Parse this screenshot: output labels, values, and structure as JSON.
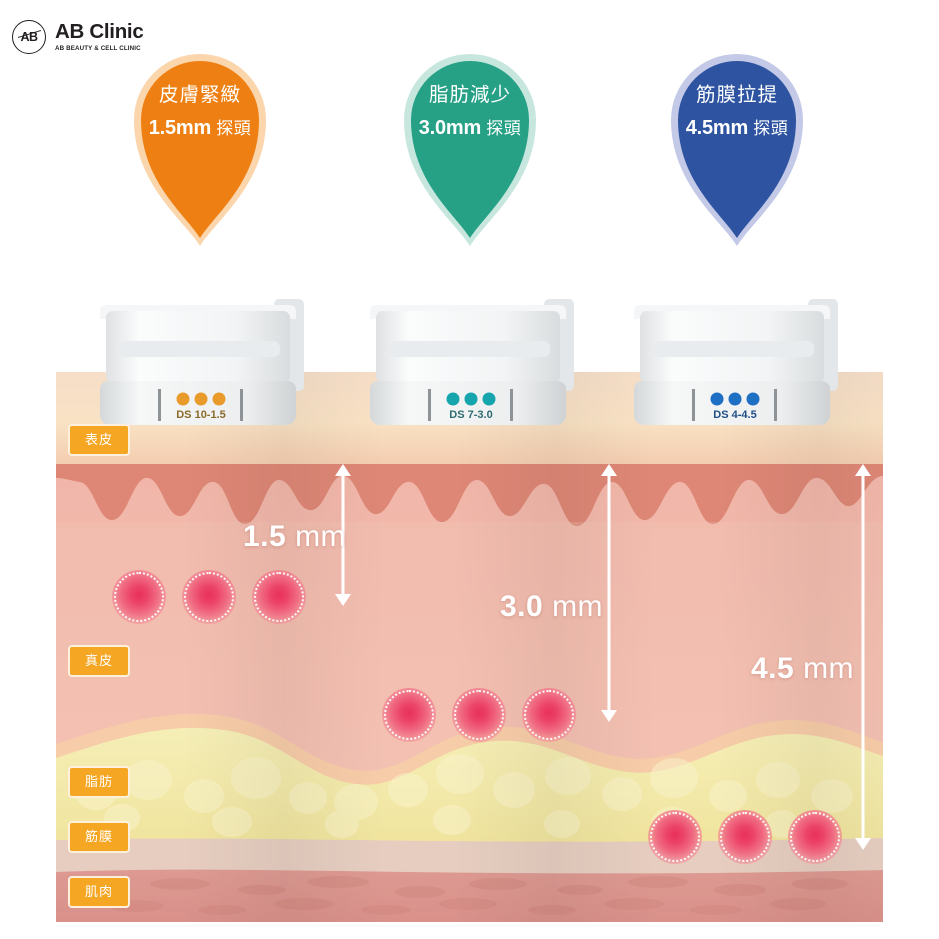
{
  "logo": {
    "mark": "AB",
    "title": "AB Clinic",
    "subtitle": "AB BEAUTY & CELL CLINIC"
  },
  "colors": {
    "orange": "#ee8013",
    "orange_halo": "#fbd5ab",
    "teal": "#26a186",
    "teal_halo": "#c7e6de",
    "blue": "#2e54a1",
    "blue_halo": "#c3c9e7",
    "chip_bg": "#f5a623",
    "chip_border": "#fdf0dc",
    "epidermis": "#f7d9bd",
    "dermis": "#f2b9ac",
    "rete": "#dd8372",
    "fat": "#f2e8a8",
    "fascia": "#e6cdc0",
    "muscle": "#dd9a92",
    "dot_core": "#e8305c"
  },
  "pins": [
    {
      "id": "pin-1",
      "title": "皮膚緊緻",
      "depth": "1.5mm",
      "probe_label": "探頭",
      "color": "#ee8013",
      "halo": "#fbd5ab"
    },
    {
      "id": "pin-2",
      "title": "脂肪減少",
      "depth": "3.0mm",
      "probe_label": "探頭",
      "color": "#26a186",
      "halo": "#c7e6de"
    },
    {
      "id": "pin-3",
      "title": "筋膜拉提",
      "depth": "4.5mm",
      "probe_label": "探頭",
      "color": "#2e54a1",
      "halo": "#c3c9e7"
    }
  ],
  "cartridges": [
    {
      "id": "cart-1",
      "model": "DS 10-1.5",
      "dot_color": "#e89a2a",
      "dots": 3
    },
    {
      "id": "cart-2",
      "model": "DS 7-3.0",
      "dot_color": "#17a5ad",
      "dots": 3
    },
    {
      "id": "cart-3",
      "model": "DS 4-4.5",
      "dot_color": "#1f6fc4",
      "dots": 3
    }
  ],
  "skin_layers": [
    {
      "id": "epidermis",
      "label": "表皮",
      "color": "#f7d9bd"
    },
    {
      "id": "dermis",
      "label": "真皮",
      "color": "#f2b9ac"
    },
    {
      "id": "fat",
      "label": "脂肪",
      "color": "#f2e8a8"
    },
    {
      "id": "fascia",
      "label": "筋膜",
      "color": "#e6cdc0"
    },
    {
      "id": "muscle",
      "label": "肌肉",
      "color": "#dd9a92"
    }
  ],
  "depth_markers": [
    {
      "id": "depth-1",
      "value": "1.5",
      "unit": "mm",
      "target_layer": "真皮"
    },
    {
      "id": "depth-2",
      "value": "3.0",
      "unit": "mm",
      "target_layer": "脂肪"
    },
    {
      "id": "depth-3",
      "value": "4.5",
      "unit": "mm",
      "target_layer": "筋膜"
    }
  ],
  "treatment_dots": [
    {
      "id": "dots-1",
      "count": 3,
      "layer": "真皮"
    },
    {
      "id": "dots-2",
      "count": 3,
      "layer": "脂肪"
    },
    {
      "id": "dots-3",
      "count": 3,
      "layer": "筋膜"
    }
  ]
}
